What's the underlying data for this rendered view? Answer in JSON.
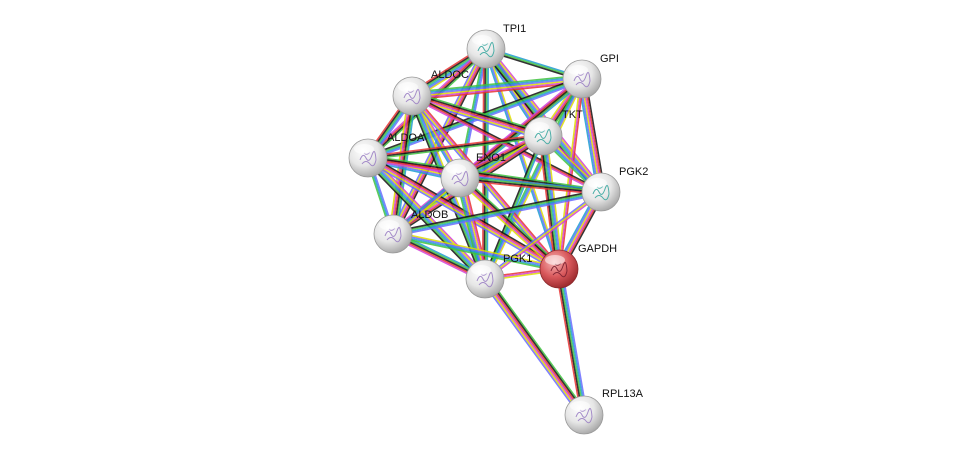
{
  "network": {
    "query_node_color": "#e05a5a",
    "node_color": "#f2f2f2",
    "evidence_colors": [
      "#1f9bd1",
      "#d43fd4",
      "#3ec23e",
      "#dede00",
      "#111111",
      "#6a6aff",
      "#e63232"
    ],
    "nodes": [
      {
        "id": "TPI1",
        "label": "TPI1",
        "query": false,
        "icon": "protein-structure-icon"
      },
      {
        "id": "GPI",
        "label": "GPI",
        "query": false,
        "icon": "protein-structure-icon"
      },
      {
        "id": "ALDOC",
        "label": "ALDOC",
        "query": false,
        "icon": "protein-structure-icon"
      },
      {
        "id": "TKT",
        "label": "TKT",
        "query": false,
        "icon": "protein-structure-icon"
      },
      {
        "id": "ALDOA",
        "label": "ALDOA",
        "query": false,
        "icon": "protein-structure-icon"
      },
      {
        "id": "ENO1",
        "label": "ENO1",
        "query": false,
        "icon": "protein-structure-icon"
      },
      {
        "id": "PGK2",
        "label": "PGK2",
        "query": false,
        "icon": "protein-structure-icon"
      },
      {
        "id": "ALDOB",
        "label": "ALDOB",
        "query": false,
        "icon": "protein-structure-icon"
      },
      {
        "id": "PGK1",
        "label": "PGK1",
        "query": false,
        "icon": "protein-structure-icon"
      },
      {
        "id": "GAPDH",
        "label": "GAPDH",
        "query": true,
        "icon": "protein-structure-icon"
      },
      {
        "id": "RPL13A",
        "label": "RPL13A",
        "query": false,
        "icon": "protein-structure-icon"
      }
    ],
    "edges": [
      [
        "TPI1",
        "GPI"
      ],
      [
        "TPI1",
        "ALDOC"
      ],
      [
        "TPI1",
        "TKT"
      ],
      [
        "TPI1",
        "ALDOA"
      ],
      [
        "TPI1",
        "ENO1"
      ],
      [
        "TPI1",
        "PGK2"
      ],
      [
        "TPI1",
        "ALDOB"
      ],
      [
        "TPI1",
        "PGK1"
      ],
      [
        "TPI1",
        "GAPDH"
      ],
      [
        "GPI",
        "ALDOC"
      ],
      [
        "GPI",
        "TKT"
      ],
      [
        "GPI",
        "ALDOA"
      ],
      [
        "GPI",
        "ENO1"
      ],
      [
        "GPI",
        "PGK2"
      ],
      [
        "GPI",
        "ALDOB"
      ],
      [
        "GPI",
        "PGK1"
      ],
      [
        "GPI",
        "GAPDH"
      ],
      [
        "ALDOC",
        "TKT"
      ],
      [
        "ALDOC",
        "ALDOA"
      ],
      [
        "ALDOC",
        "ENO1"
      ],
      [
        "ALDOC",
        "PGK2"
      ],
      [
        "ALDOC",
        "ALDOB"
      ],
      [
        "ALDOC",
        "PGK1"
      ],
      [
        "ALDOC",
        "GAPDH"
      ],
      [
        "TKT",
        "ALDOA"
      ],
      [
        "TKT",
        "ENO1"
      ],
      [
        "TKT",
        "PGK2"
      ],
      [
        "TKT",
        "ALDOB"
      ],
      [
        "TKT",
        "PGK1"
      ],
      [
        "TKT",
        "GAPDH"
      ],
      [
        "ALDOA",
        "ENO1"
      ],
      [
        "ALDOA",
        "PGK2"
      ],
      [
        "ALDOA",
        "ALDOB"
      ],
      [
        "ALDOA",
        "PGK1"
      ],
      [
        "ALDOA",
        "GAPDH"
      ],
      [
        "ENO1",
        "PGK2"
      ],
      [
        "ENO1",
        "ALDOB"
      ],
      [
        "ENO1",
        "PGK1"
      ],
      [
        "ENO1",
        "GAPDH"
      ],
      [
        "PGK2",
        "ALDOB"
      ],
      [
        "PGK2",
        "PGK1"
      ],
      [
        "PGK2",
        "GAPDH"
      ],
      [
        "ALDOB",
        "PGK1"
      ],
      [
        "ALDOB",
        "GAPDH"
      ],
      [
        "PGK1",
        "GAPDH"
      ],
      [
        "PGK1",
        "RPL13A"
      ],
      [
        "GAPDH",
        "RPL13A"
      ]
    ]
  }
}
